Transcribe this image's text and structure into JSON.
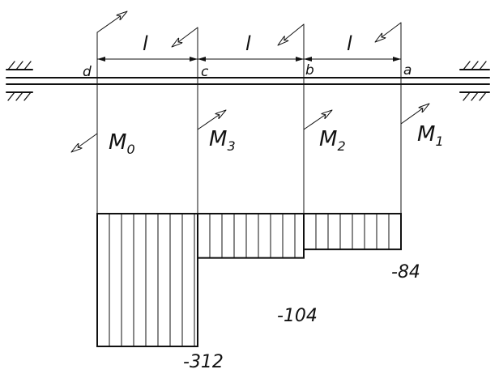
{
  "points": [
    {
      "id": "d",
      "label": "d"
    },
    {
      "id": "c",
      "label": "c"
    },
    {
      "id": "b",
      "label": "b"
    },
    {
      "id": "a",
      "label": "a"
    }
  ],
  "length_label": "l",
  "moments": [
    {
      "id": "m0",
      "symbol": "M",
      "subscript": "0"
    },
    {
      "id": "m3",
      "symbol": "M",
      "subscript": "3"
    },
    {
      "id": "m2",
      "symbol": "M",
      "subscript": "2"
    },
    {
      "id": "m1",
      "symbol": "M",
      "subscript": "1"
    }
  ],
  "torque_diagram": {
    "segments": [
      {
        "from": "d",
        "to": "c",
        "value": -312,
        "label": "-312"
      },
      {
        "from": "c",
        "to": "b",
        "value": -104,
        "label": "-104"
      },
      {
        "from": "b",
        "to": "a",
        "value": -84,
        "label": "-84"
      }
    ]
  }
}
